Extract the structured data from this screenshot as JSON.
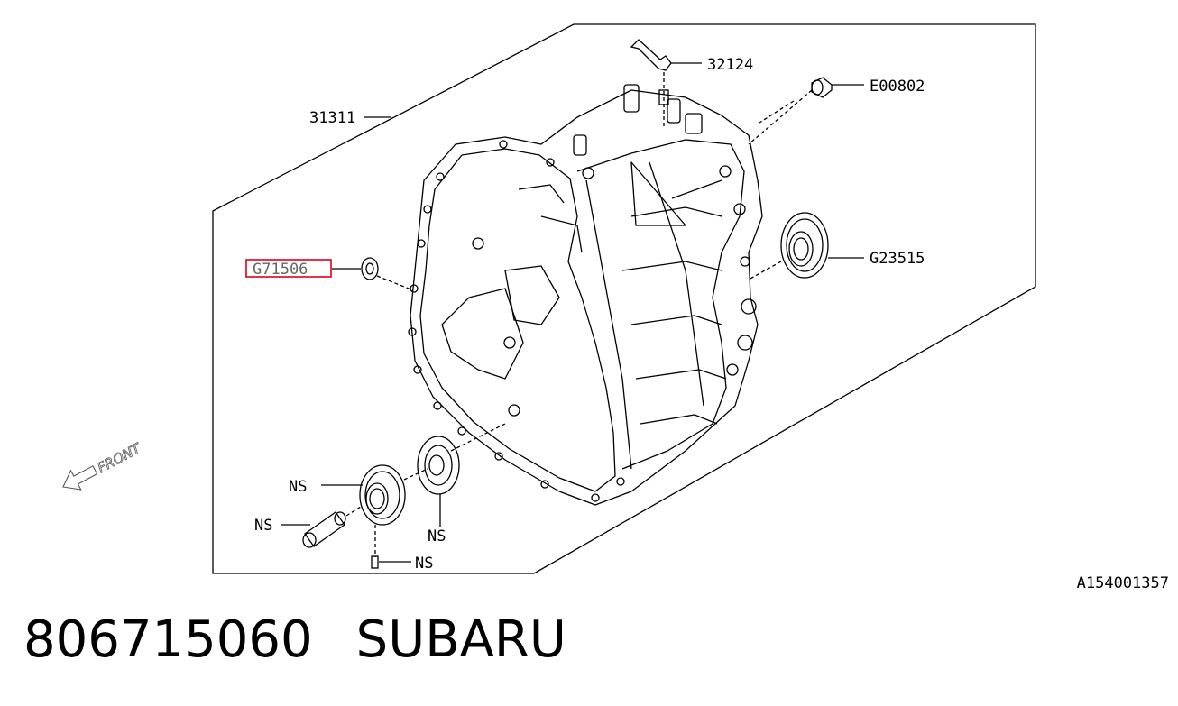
{
  "callouts": {
    "c32124": "32124",
    "cE00802": "E00802",
    "c31311": "31311",
    "cG71506": "G71506",
    "cG23515": "G23515",
    "ns1": "NS",
    "ns2": "NS",
    "ns3": "NS",
    "ns4": "NS"
  },
  "front_label": "FRONT",
  "figure_code": "A154001357",
  "footer": {
    "part_number": "806715060",
    "brand": "SUBARU"
  },
  "colors": {
    "line": "#000000",
    "highlight": "#e0001a"
  },
  "icons": {
    "front_arrow": "arrow-left-icon"
  }
}
